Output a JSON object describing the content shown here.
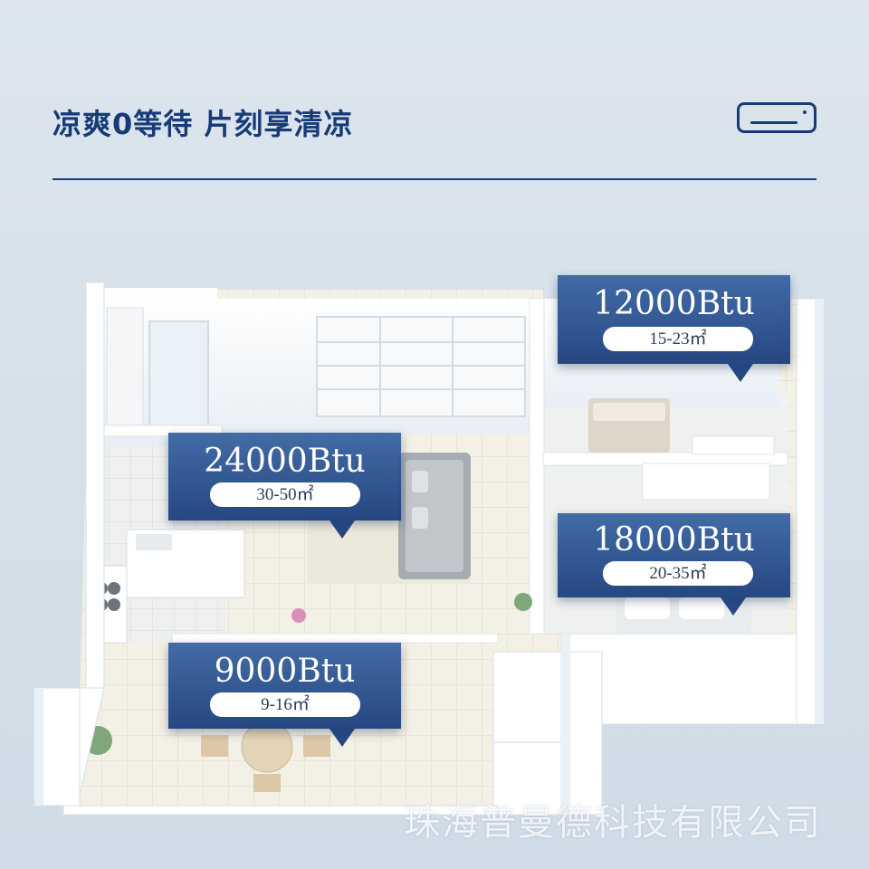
{
  "header": {
    "title": "凉爽0等待 片刻享清凉",
    "icon": "air-conditioner-icon",
    "accent_color": "#173b78"
  },
  "rooms": [
    {
      "id": "bedroom-top",
      "capacity": "12000Btu",
      "area": "15-23㎡"
    },
    {
      "id": "living-room",
      "capacity": "24000Btu",
      "area": "30-50㎡"
    },
    {
      "id": "bedroom-right",
      "capacity": "18000Btu",
      "area": "20-35㎡"
    },
    {
      "id": "study",
      "capacity": "9000Btu",
      "area": "9-16㎡"
    }
  ],
  "watermark": "珠海普曼德科技有限公司"
}
